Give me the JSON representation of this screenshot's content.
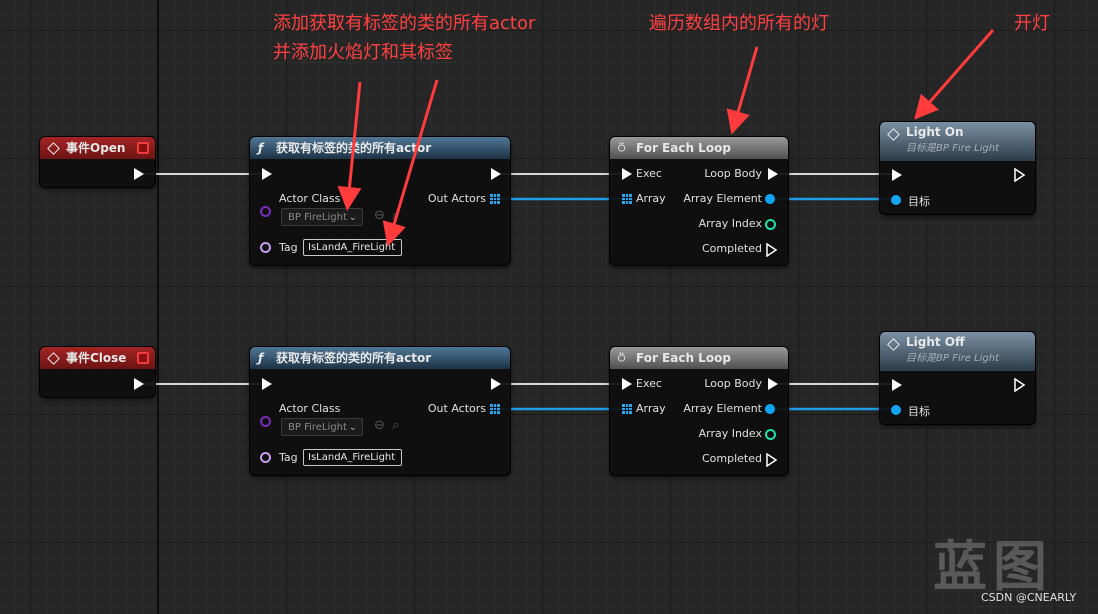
{
  "annotations": {
    "add_tag_line1": "添加获取有标签的类的所有actor",
    "add_tag_line2": "并添加火焰灯和其标签",
    "loop": "遍历数组内的所有的灯",
    "light_on": "开灯"
  },
  "rows": [
    {
      "event": {
        "title": "事件Open"
      },
      "get_actors": {
        "title": "获取有标签的类的所有actor",
        "icon": "function-icon",
        "actor_class_label": "Actor Class",
        "actor_class_value": "BP FireLight",
        "out_actors_label": "Out Actors",
        "tag_label": "Tag",
        "tag_value": "IsLandA_FireLight"
      },
      "loop": {
        "title": "For Each Loop",
        "exec_label": "Exec",
        "array_label": "Array",
        "loop_body_label": "Loop Body",
        "array_element_label": "Array Element",
        "array_index_label": "Array Index",
        "completed_label": "Completed"
      },
      "light": {
        "title": "Light On",
        "subtitle": "目标是BP Fire Light",
        "target_label": "目标"
      }
    },
    {
      "event": {
        "title": "事件Close"
      },
      "get_actors": {
        "title": "获取有标签的类的所有actor",
        "icon": "function-icon",
        "actor_class_label": "Actor Class",
        "actor_class_value": "BP FireLight",
        "out_actors_label": "Out Actors",
        "tag_label": "Tag",
        "tag_value": "IsLandA_FireLight"
      },
      "loop": {
        "title": "For Each Loop",
        "exec_label": "Exec",
        "array_label": "Array",
        "loop_body_label": "Loop Body",
        "array_element_label": "Array Element",
        "array_index_label": "Array Index",
        "completed_label": "Completed"
      },
      "light": {
        "title": "Light Off",
        "subtitle": "目标是BP Fire Light",
        "target_label": "目标"
      }
    }
  ],
  "watermark": "蓝图",
  "credit": "CSDN @CNEARLY",
  "colors": {
    "event_header": "#a52424",
    "function_header": "#4f7796",
    "macro_header": "#9a9a9a",
    "light_header": "#7b91a4",
    "object_pin": "#11a5f5",
    "class_pin": "#7a2cbd",
    "name_pin": "#c89bf0",
    "int_pin": "#1fe0a6",
    "annotation": "#ff4040"
  }
}
